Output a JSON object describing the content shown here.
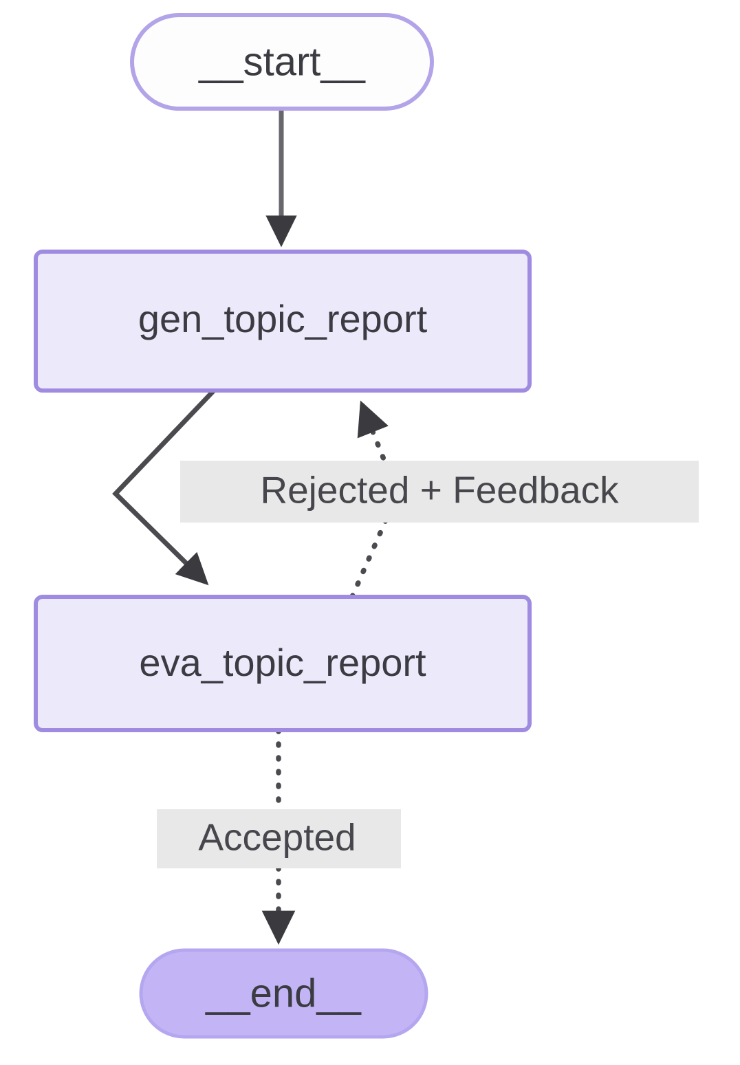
{
  "diagram": {
    "title": "LangGraph state graph",
    "type": "flowchart",
    "direction": "top-to-bottom",
    "background_color": "#ffffff",
    "colors": {
      "node_fill": "#ece9fb",
      "node_border": "#b3a3e8",
      "terminal_start_fill": "#fdfdfd",
      "terminal_end_fill": "#c3b5f5",
      "edge_stroke": "#4a4a4f",
      "label_background": "#e8e8e8",
      "text_color": "#3b3b42"
    },
    "nodes": [
      {
        "id": "start",
        "label": "__start__",
        "shape": "stadium",
        "fill": "#fdfdfd",
        "border": "#b3a3e8"
      },
      {
        "id": "gen_topic_report",
        "label": "gen_topic_report",
        "shape": "rounded-rect",
        "fill": "#ece9fb",
        "border": "#9f8ce0"
      },
      {
        "id": "eva_topic_report",
        "label": "eva_topic_report",
        "shape": "rounded-rect",
        "fill": "#ece9fb",
        "border": "#9f8ce0"
      },
      {
        "id": "end",
        "label": "__end__",
        "shape": "stadium",
        "fill": "#c3b5f5",
        "border": "#a797ee"
      }
    ],
    "edges": [
      {
        "id": "start-to-gen",
        "from": "start",
        "to": "gen_topic_report",
        "style": "solid",
        "label": "",
        "arrowhead": true
      },
      {
        "id": "gen-to-eva",
        "from": "gen_topic_report",
        "to": "eva_topic_report",
        "style": "solid",
        "label": "",
        "arrowhead": true
      },
      {
        "id": "eva-to-gen",
        "from": "eva_topic_report",
        "to": "gen_topic_report",
        "style": "dotted",
        "label": "Rejected + Feedback",
        "arrowhead": true
      },
      {
        "id": "eva-to-end",
        "from": "eva_topic_report",
        "to": "end",
        "style": "dotted",
        "label": "Accepted",
        "arrowhead": true
      }
    ],
    "edge_labels": [
      {
        "id": "rejected-feedback",
        "text": "Rejected + Feedback"
      },
      {
        "id": "accepted",
        "text": "Accepted"
      }
    ]
  }
}
